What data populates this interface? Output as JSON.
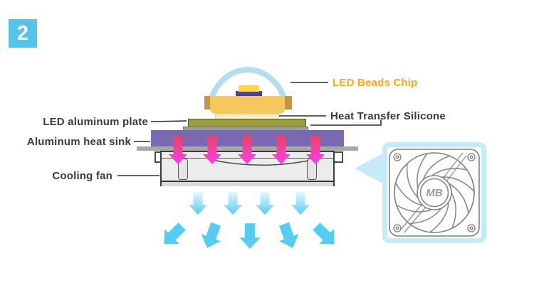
{
  "badge": {
    "number": "2"
  },
  "labels": {
    "led_beads_chip": "LED Beads Chip",
    "heat_transfer_silicone": "Heat Transfer Silicone",
    "led_aluminum_plate": "LED aluminum plate",
    "aluminum_heat_sink": "Aluminum heat sink",
    "cooling_fan": "Cooling fan"
  },
  "fan_panel": {
    "hub_logo": "MB"
  },
  "icons": {
    "heat_arrows": "heat-flow-down-arrows",
    "airflow_straight": "airflow-down-arrows",
    "airflow_spread": "airflow-spread-arrows",
    "callout": "callout-left-arrow",
    "dome": "led-lens-dome",
    "fan_drawing": "axial-fan-front-view"
  },
  "colors": {
    "badge_cyan": "#55c4e9",
    "label_orange": "#f9a71f",
    "label_dark": "#3b3b3b",
    "dome_blue": "#b2deee",
    "led_gold": "#f5c75f",
    "led_bracket_gold": "#c4973c",
    "chip_yellow": "#fdd251",
    "chip_base_purple": "#4e4397",
    "silicone_cream": "#f8edc3",
    "plate_olive": "#9c9c43",
    "silicone_gray": "#9e9e9e",
    "heatsink_purple": "#7a68b2",
    "base_gray": "#a8a8a8",
    "heat_arrow_top": "#e9445f",
    "heat_arrow_bottom": "#fb3cf0",
    "airflow_cyan": "#55cdf2",
    "airflow_light": "#e4f7fd",
    "panel_border": "#c5eaf8"
  }
}
